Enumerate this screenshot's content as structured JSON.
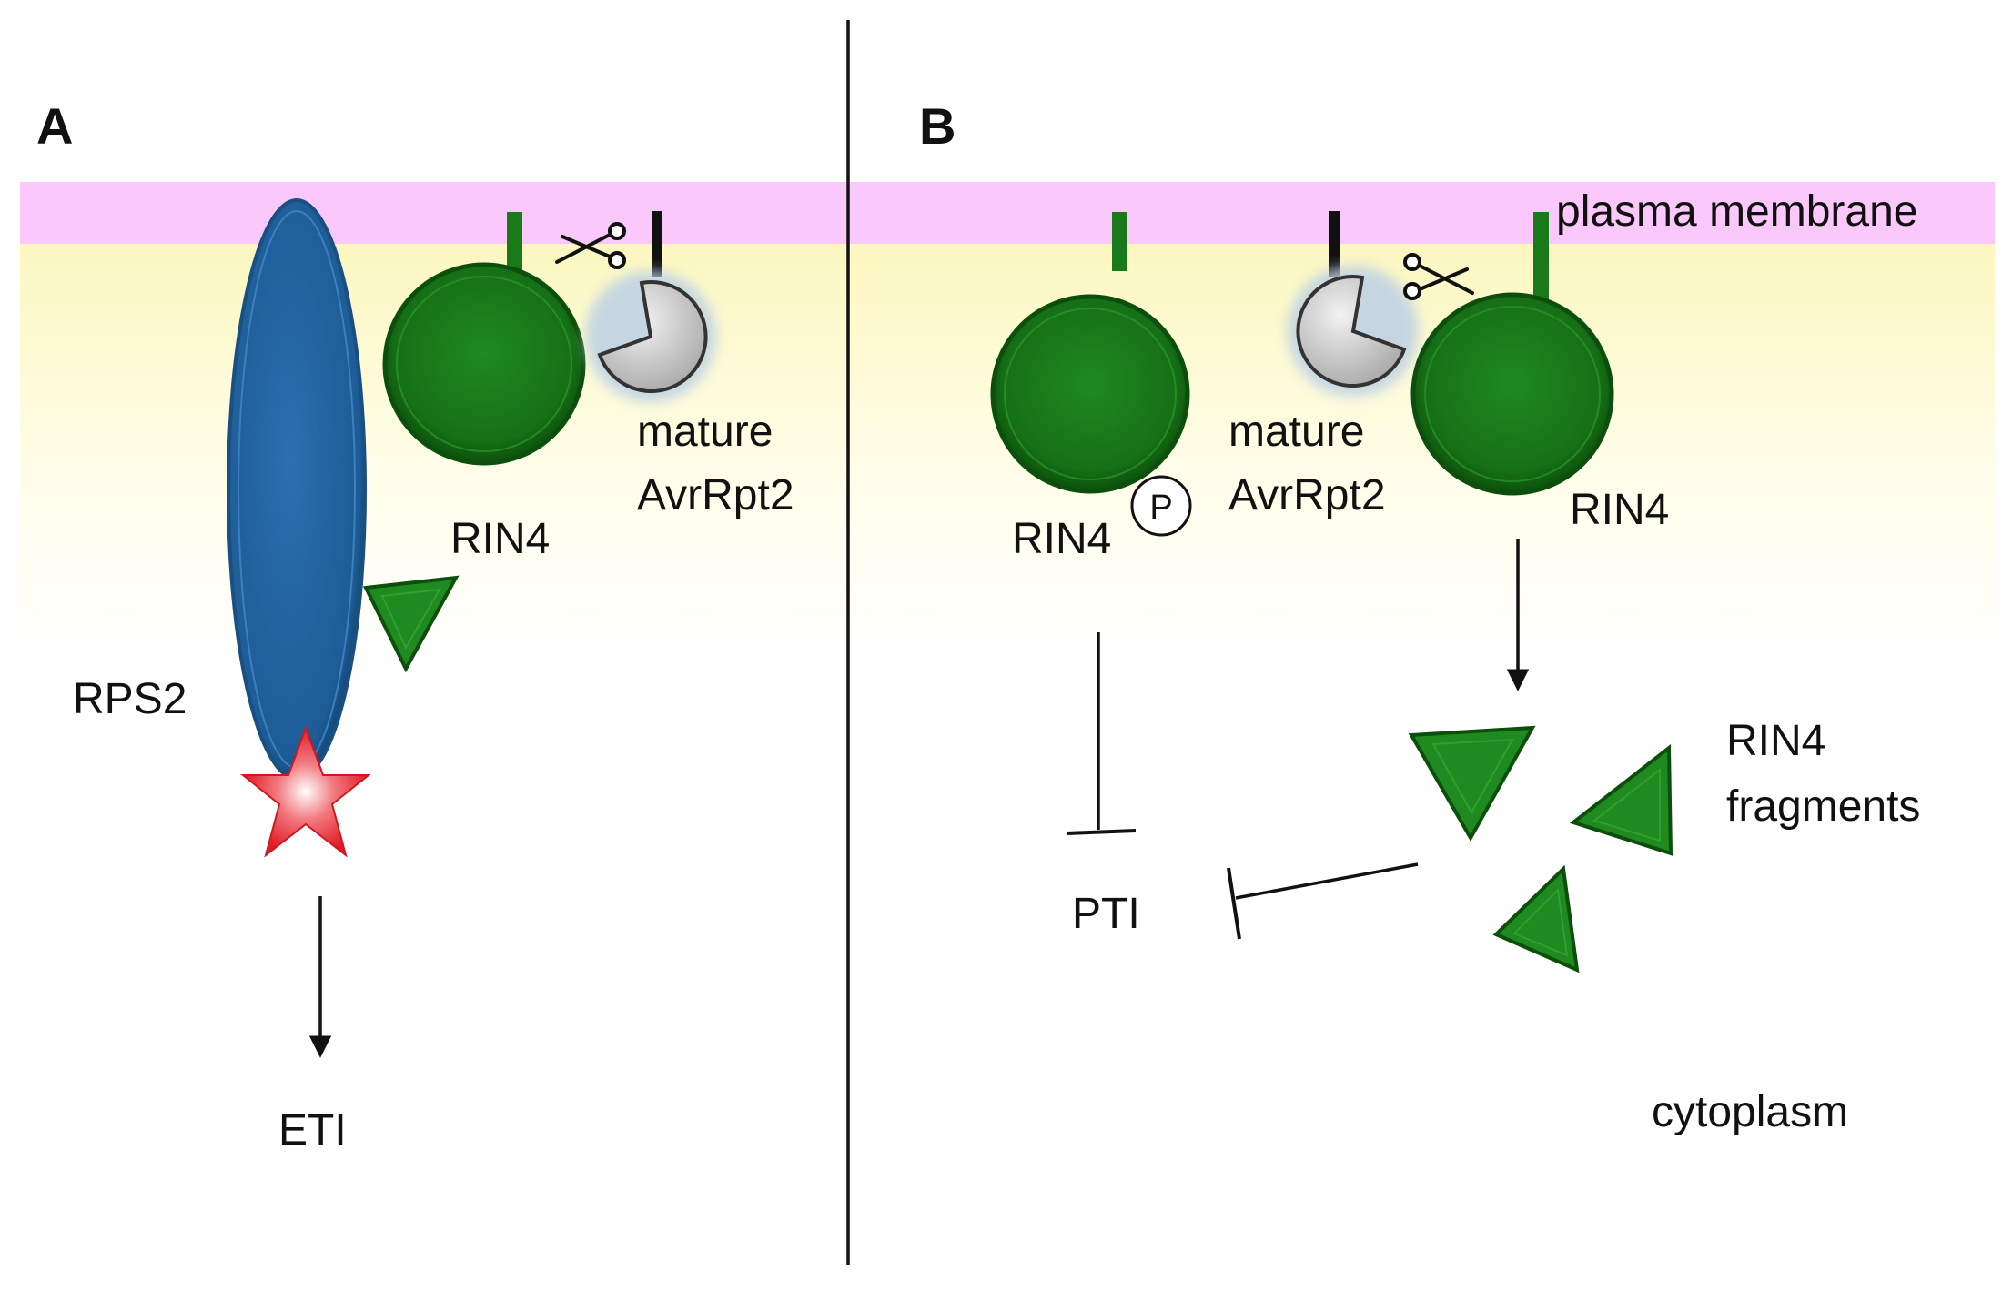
{
  "panels": {
    "a": {
      "letter": "A",
      "labels": {
        "rin4": "RIN4",
        "mature": "mature",
        "avrrpt2": "AvrRpt2",
        "rps2": "RPS2",
        "eti": "ETI"
      }
    },
    "b": {
      "letter": "B",
      "labels": {
        "plasma_membrane": "plasma membrane",
        "rin4_left": "RIN4",
        "phospho": "P",
        "mature": "mature",
        "avrrpt2": "AvrRpt2",
        "rin4_right": "RIN4",
        "fragments_line1": "RIN4",
        "fragments_line2": "fragments",
        "pti": "PTI",
        "cytoplasm": "cytoplasm"
      }
    }
  },
  "colors": {
    "membrane": "#fbc8fb",
    "cytoplasm_top": "#fcf7c0",
    "cytoplasm_bottom": "#ffffff",
    "rin4_green": "#1a7a1a",
    "rps2_blue": "#1e5f99",
    "star_red": "#e8202c",
    "avrrpt2_gray": "#d4d4d4"
  },
  "icons": {
    "cleavage": "scissors-icon",
    "activation": "star-icon",
    "effector": "pacman-icon"
  }
}
